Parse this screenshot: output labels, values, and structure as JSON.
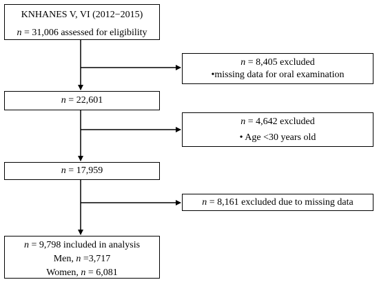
{
  "boxes": {
    "start": {
      "line1": "KNHANES V, VI (2012−2015)",
      "n_var": "n",
      "line2_rest": " = 31,006 assessed for eligibility"
    },
    "excl1": {
      "n_var": "n",
      "line1_rest": " = 8,405 excluded",
      "line2": "•missing data for oral examination"
    },
    "step2": {
      "n_var": "n",
      "line1_rest": " = 22,601"
    },
    "excl2": {
      "n_var": "n",
      "line1_rest": " = 4,642 excluded",
      "line2": "• Age <30 years old"
    },
    "step3": {
      "n_var": "n",
      "line1_rest": " = 17,959"
    },
    "excl3": {
      "n_var": "n",
      "line1_rest": " = 8,161 excluded due to missing data"
    },
    "final": {
      "n_var": "n",
      "line1_rest": " = 9,798 included in analysis",
      "men_label": "Men, ",
      "men_rest": " =3,717",
      "women_label": "Women, ",
      "women_rest": " = 6,081"
    }
  }
}
